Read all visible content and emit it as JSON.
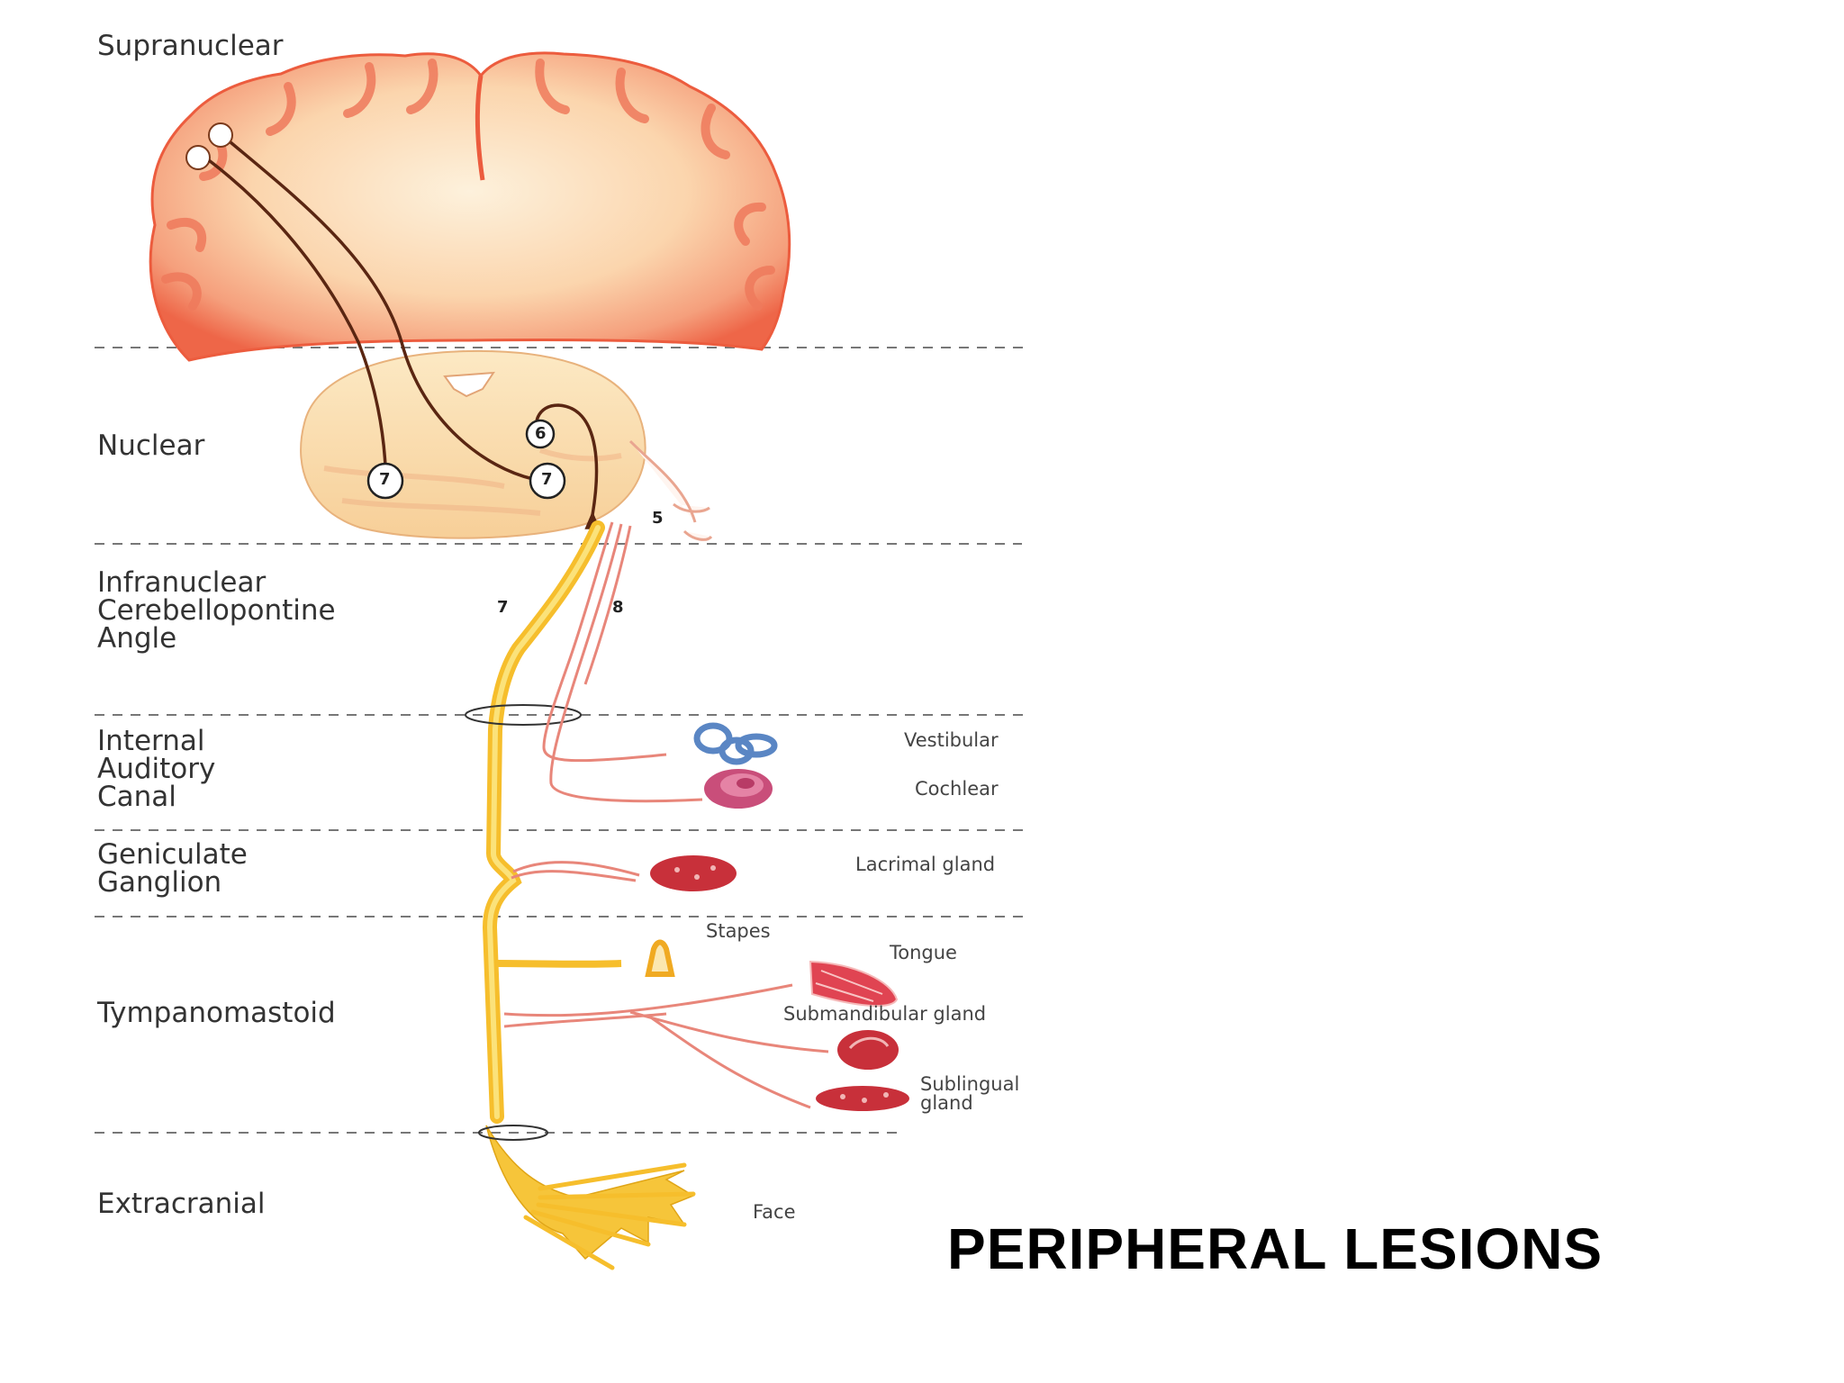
{
  "title": "PERIPHERAL LESIONS",
  "levels": {
    "supranuclear": "Supranuclear",
    "nuclear": "Nuclear",
    "infranuclear": "Infranuclear\nCerebellopontine\nAngle",
    "internal_auditory_canal": "Internal\nAuditory\nCanal",
    "geniculate_ganglion": "Geniculate\nGanglion",
    "tympanomastoid": "Tympanomastoid",
    "extracranial": "Extracranial"
  },
  "structures": {
    "vestibular": "Vestibular",
    "cochlear": "Cochlear",
    "lacrimal_gland": "Lacrimal gland",
    "stapes": "Stapes",
    "tongue": "Tongue",
    "submandibular_gland": "Submandibular gland",
    "sublingual_gland": "Sublingual\ngland",
    "face": "Face"
  },
  "nuclei": {
    "facial_left": "7",
    "facial_right": "7",
    "abducens": "6"
  },
  "nerves": {
    "trigeminal": "5",
    "facial": "7",
    "vestibulocochlear": "8"
  },
  "colors": {
    "cortex": "#ee6648",
    "brainstem": "#f9dfaf",
    "facial_nerve": "#f6be2c",
    "branch": "#e8867a",
    "gland": "#c8303a",
    "inner_ear": "#5a86c4",
    "divider": "#777777"
  }
}
